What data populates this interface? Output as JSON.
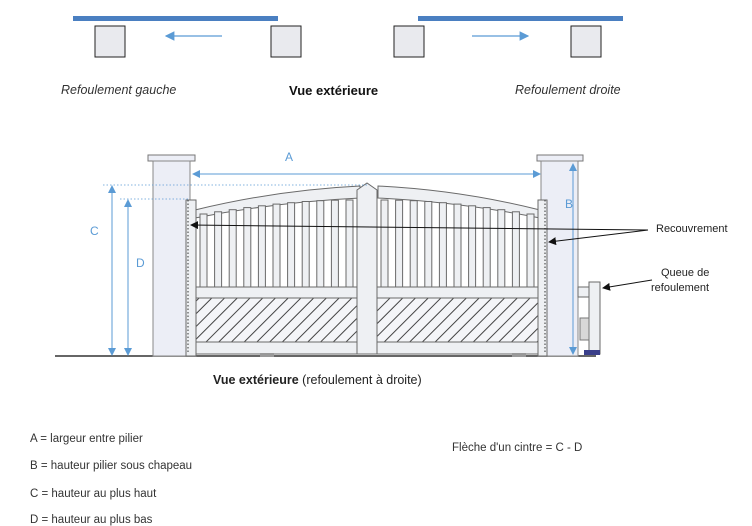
{
  "top": {
    "left_caption": "Refoulement gauche",
    "center_caption": "Vue extérieure",
    "right_caption": "Refoulement droite"
  },
  "diagram": {
    "dim_a": "A",
    "dim_b": "B",
    "dim_c": "C",
    "dim_d": "D",
    "label_recouvrement": "Recouvrement",
    "label_queue_line1": "Queue de",
    "label_queue_line2": "refoulement",
    "caption_bold": "Vue extérieure",
    "caption_rest": " (refoulement à droite)"
  },
  "legend": [
    "A = largeur entre pilier",
    "B = hauteur pilier sous chapeau",
    "C = hauteur au plus haut",
    "D = hauteur au plus bas"
  ],
  "formula": "Flèche d'un cintre = C - D",
  "colors": {
    "dimension_blue": "#5b9bd5",
    "track_blue": "#4a7fc1",
    "pillar_fill": "#eceef6",
    "gate_stroke": "#6a6a6a"
  }
}
